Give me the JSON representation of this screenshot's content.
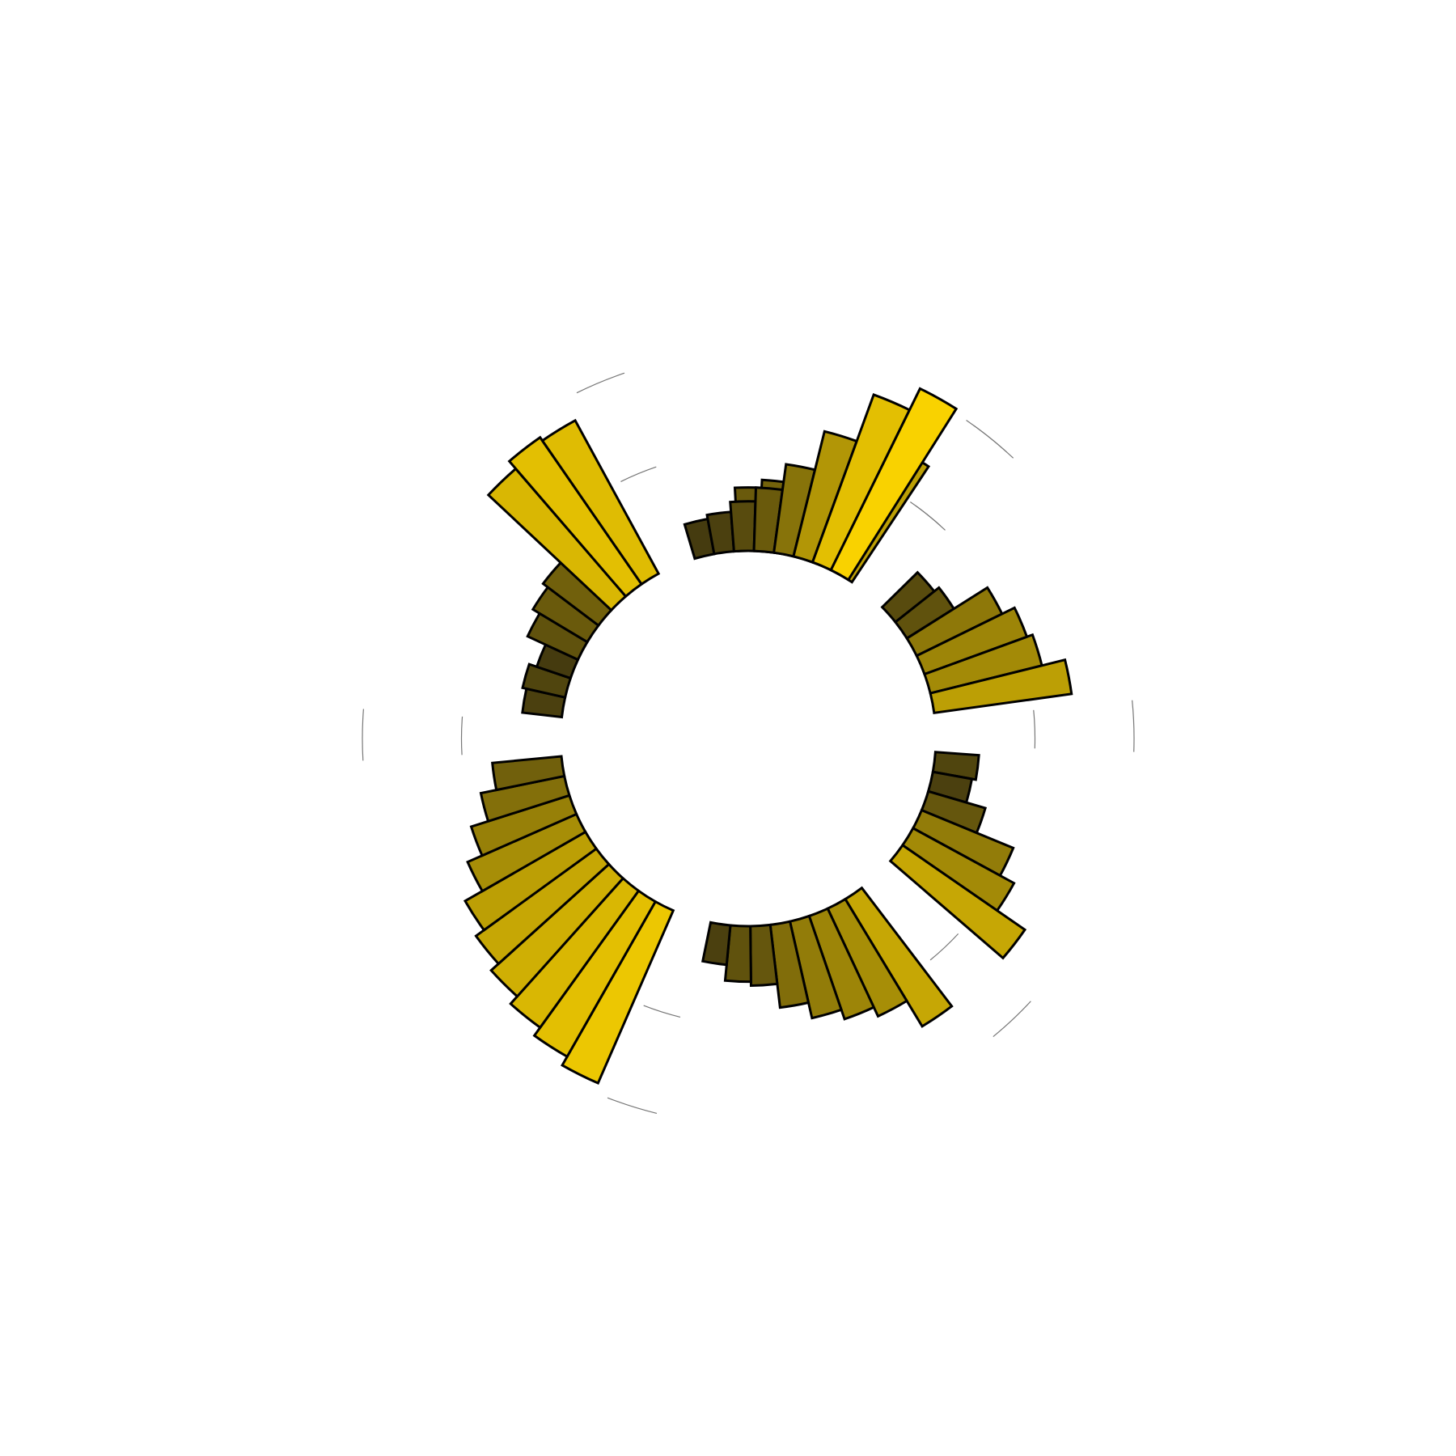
{
  "chart_data": {
    "type": "bar",
    "subtype": "circular-bar",
    "title": "",
    "grid": "partial-circles",
    "legend": "none",
    "value_range": [
      0,
      100
    ],
    "color_scale": {
      "low": "#3a3210",
      "high": "#ffd700"
    },
    "groups": [
      {
        "name": "",
        "values": [
          32,
          36,
          42,
          50,
          60,
          70
        ]
      },
      {
        "name": "",
        "values": [
          25,
          28,
          48,
          55,
          58,
          70
        ]
      },
      {
        "name": "",
        "values": [
          22,
          20,
          30,
          50,
          58,
          75
        ]
      },
      {
        "name": "",
        "values": [
          75,
          60,
          55,
          50,
          42,
          30,
          28,
          20
        ]
      },
      {
        "name": "",
        "values": [
          95,
          90,
          85,
          80,
          75,
          70,
          60,
          52,
          43,
          35
        ]
      },
      {
        "name": "",
        "values": [
          20,
          22,
          18,
          28,
          32,
          35,
          85,
          90,
          88
        ]
      },
      {
        "name": "",
        "values": [
          18,
          20,
          25,
          32,
          45,
          65,
          90,
          102
        ]
      }
    ]
  }
}
